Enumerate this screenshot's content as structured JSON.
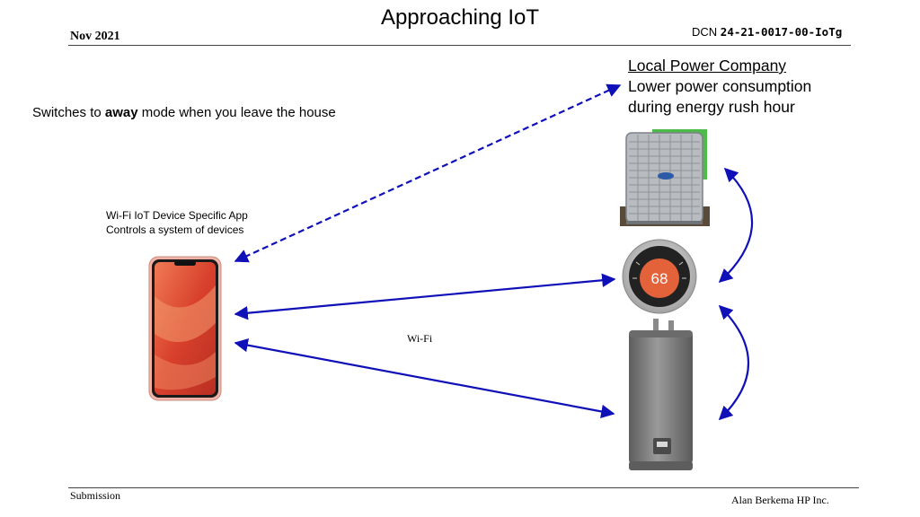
{
  "header": {
    "title": "Approaching IoT",
    "date": "Nov 2021",
    "dcn_prefix": "DCN",
    "dcn_number": "24-21-0017-00-IoTg"
  },
  "footer": {
    "left": "Submission",
    "right": "Alan Berkema HP Inc."
  },
  "labels": {
    "power_company": "Local Power Company",
    "power_line1": "Lower power consumption",
    "power_line2": "during energy rush hour",
    "away_prefix": "Switches to ",
    "away_bold": "away",
    "away_suffix": " mode when you leave the house",
    "app_line1": "Wi-Fi IoT Device Specific App",
    "app_line2": "Controls a system of devices",
    "wifi": "Wi-Fi",
    "thermostat_reading": "68"
  },
  "colors": {
    "arrow": "#1010b8",
    "phone_body": "#e8553c",
    "green_panel": "#4dbb4a",
    "thermostat_face": "#e3623a",
    "heater_body": "#7a7a7a"
  },
  "icons": [
    "smartphone-icon",
    "air-conditioner-icon",
    "thermostat-icon",
    "water-heater-icon"
  ]
}
